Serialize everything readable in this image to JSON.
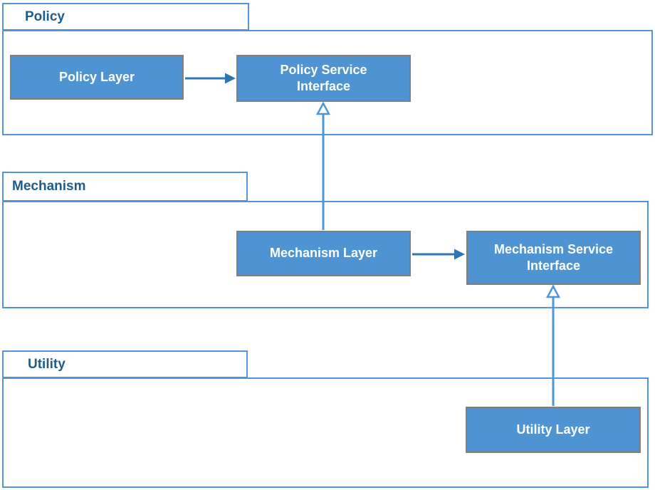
{
  "diagram": {
    "title": "Policy / Mechanism / Utility layered package diagram",
    "packages": [
      {
        "label": "Policy"
      },
      {
        "label": "Mechanism"
      },
      {
        "label": "Utility"
      }
    ],
    "nodes": {
      "policy_layer": "Policy Layer",
      "policy_service_interface": "Policy Service\nInterface",
      "mechanism_layer": "Mechanism Layer",
      "mechanism_service_interface": "Mechanism Service\nInterface",
      "utility_layer": "Utility Layer"
    },
    "edges": [
      {
        "from": "Policy Layer",
        "to": "Policy Service Interface",
        "kind": "directed-arrow"
      },
      {
        "from": "Mechanism Layer",
        "to": "Mechanism Service Interface",
        "kind": "directed-arrow"
      },
      {
        "from": "Mechanism Layer",
        "to": "Policy Service Interface",
        "kind": "realization-hollow-triangle"
      },
      {
        "from": "Utility Layer",
        "to": "Mechanism Service Interface",
        "kind": "realization-hollow-triangle"
      }
    ],
    "colors": {
      "package_border": "#4E95D9",
      "package_label": "#1F5C8B",
      "node_fill": "#4E94D2",
      "node_border": "#7F7F7F",
      "node_text": "#FFFFFF",
      "arrow": "#2E75B6",
      "realization": "#4E95D9"
    }
  }
}
